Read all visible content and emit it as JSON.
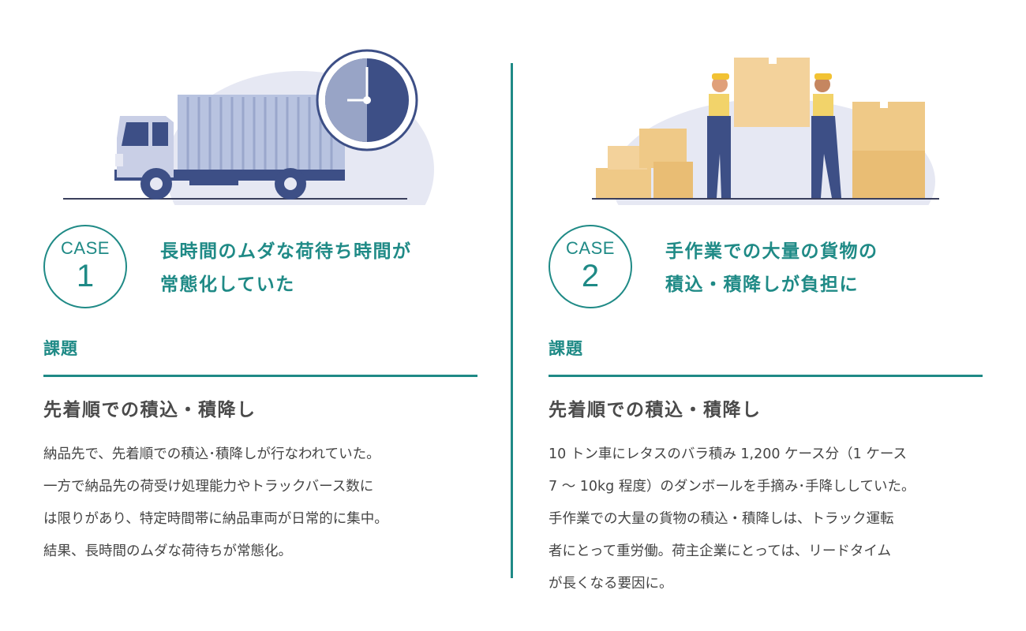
{
  "colors": {
    "accent": "#1f8a86",
    "text": "#444444",
    "truck_blue": "#3d4f86",
    "box_tan": "#efc987"
  },
  "cases": [
    {
      "badge_label": "CASE",
      "badge_number": "1",
      "headline_lines": [
        "長時間のムダな荷待ち時間が",
        "常態化していた"
      ],
      "section_label": "課題",
      "issue_title": "先着順での積込・積降し",
      "body_lines": [
        "納品先で、先着順での積込･積降しが行なわれていた。",
        "一方で納品先の荷受け処理能力やトラックバース数に",
        "は限りがあり、特定時間帯に納品車両が日常的に集中。",
        "結果、長時間のムダな荷待ちが常態化。"
      ],
      "illustration_icon": "truck-clock-icon"
    },
    {
      "badge_label": "CASE",
      "badge_number": "2",
      "headline_lines": [
        "手作業での大量の貨物の",
        "積込・積降しが負担に"
      ],
      "section_label": "課題",
      "issue_title": "先着順での積込・積降し",
      "body_lines": [
        "10 トン車にレタスのバラ積み 1,200 ケース分（1 ケース",
        "7 ～ 10kg 程度）のダンボールを手摘み･手降ししていた。",
        "手作業での大量の貨物の積込・積降しは、トラック運転",
        "者にとって重労働。荷主企業にとっては、リードタイム",
        "が長くなる要因に。"
      ],
      "illustration_icon": "workers-boxes-icon"
    }
  ]
}
